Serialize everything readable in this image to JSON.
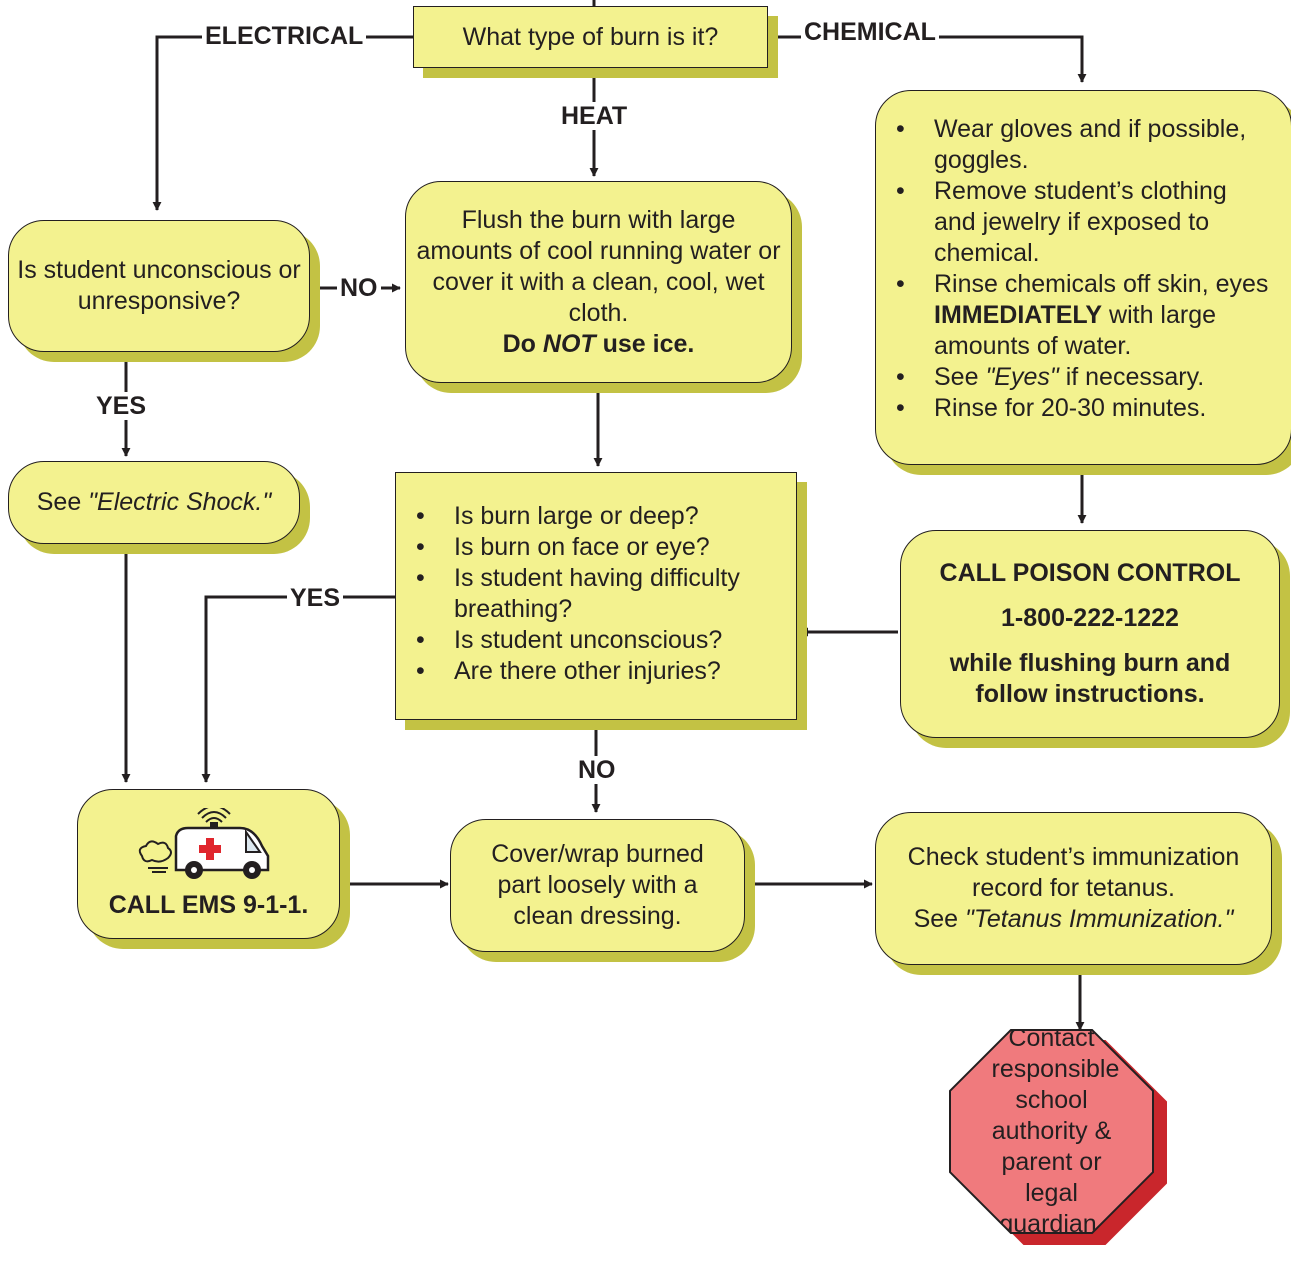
{
  "start": {
    "question": "What type of burn is it?"
  },
  "branches": {
    "electrical": "ELECTRICAL",
    "chemical": "CHEMICAL",
    "heat": "HEAT"
  },
  "unconscious": {
    "question": "Is student unconscious or unresponsive?",
    "no_label": "NO",
    "yes_label": "YES"
  },
  "electric_shock": {
    "prefix": "See ",
    "ref": "\"Electric Shock.\""
  },
  "flush": {
    "text": "Flush the burn with large amounts of cool running water or cover it with a clean, cool, wet cloth.",
    "warning_prefix": "Do ",
    "warning_emph": "NOT",
    "warning_suffix": " use ice."
  },
  "chemical": {
    "item1": "Wear gloves and if possible, goggles.",
    "item2": "Remove student’s clothing and jewelry if exposed to chemical.",
    "item3_pre": "Rinse chemicals off skin, eyes ",
    "item3_bold": "IMMEDIATELY",
    "item3_post": " with large amounts of water.",
    "item4_pre": "See ",
    "item4_ref": "\"Eyes\"",
    "item4_post": " if necessary.",
    "item5": "Rinse for 20-30 minutes."
  },
  "severity": {
    "questions": [
      "Is burn large or deep?",
      "Is burn on face or eye?",
      "Is student having difficulty breathing?",
      "Is student unconscious?",
      "Are there other injuries?"
    ],
    "yes_label": "YES",
    "no_label": "NO"
  },
  "poison": {
    "line1": "CALL POISON CONTROL",
    "phone": "1-800-222-1222",
    "line3": "while flushing burn and follow instructions."
  },
  "ems": {
    "label": "CALL EMS 9-1-1.",
    "icon": "ambulance-icon"
  },
  "cover": {
    "text": "Cover/wrap burned part loosely with a clean dressing."
  },
  "tetanus": {
    "text": "Check student’s immunization record for tetanus.",
    "prefix": "See ",
    "ref": "\"Tetanus Immunization.\""
  },
  "contact": {
    "text": "Contact responsible school authority & parent or legal guardian."
  },
  "colors": {
    "box_fill": "#f3f28f",
    "box_shadow": "#c3c244",
    "stop_fill": "#f07a7d",
    "stop_shadow": "#c9262c",
    "line": "#231f20"
  }
}
